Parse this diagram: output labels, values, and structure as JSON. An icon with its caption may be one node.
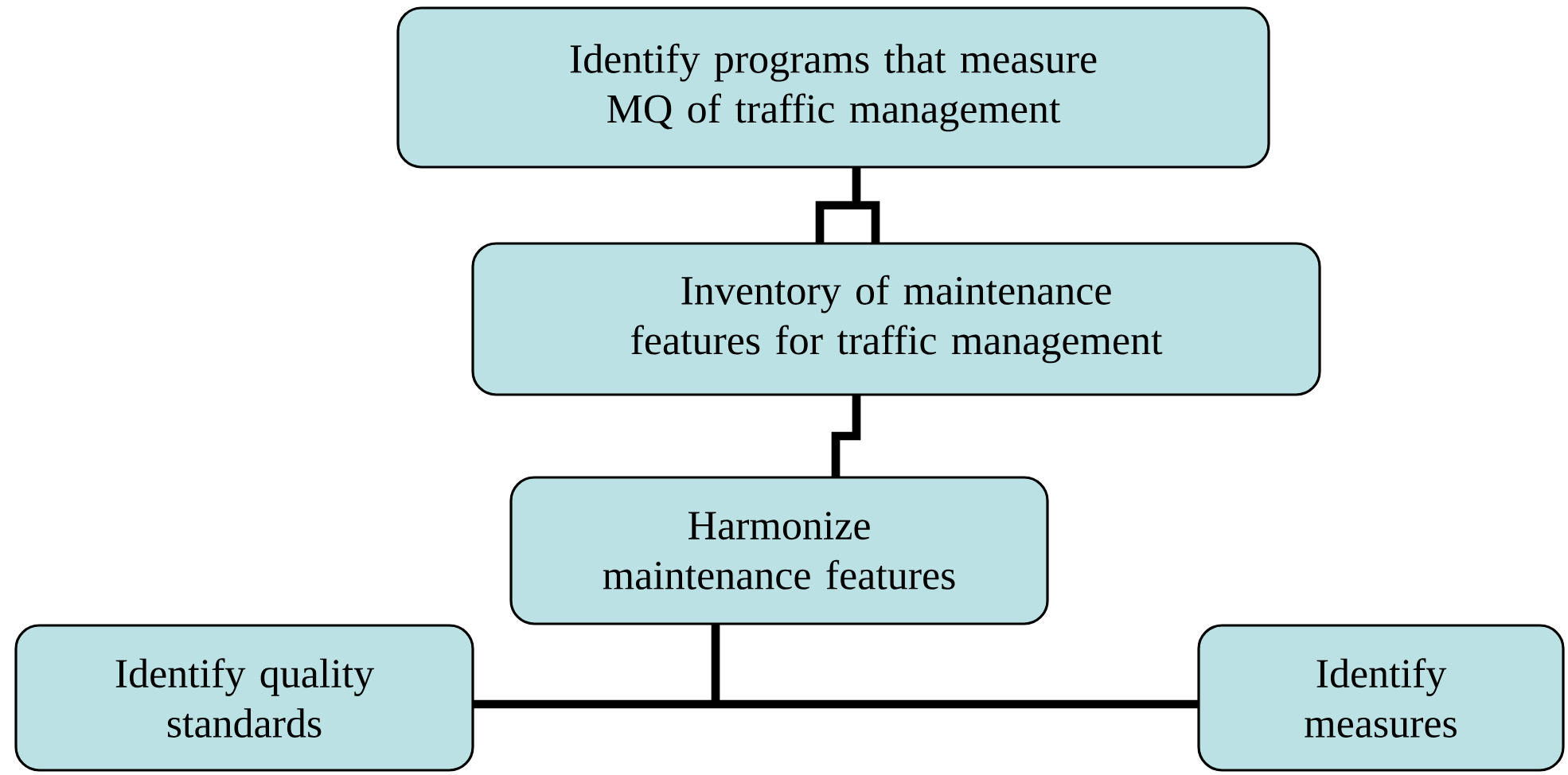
{
  "diagram": {
    "nodes": [
      {
        "text": [
          "Identify programs that measure MQ of traffic management"
        ]
      },
      {
        "text": [
          "Inventory of maintenance features for traffic management"
        ]
      },
      {
        "text": [
          "Harmonize maintenance features"
        ]
      },
      {
        "text": [
          "Identify quality standards"
        ]
      },
      {
        "text": [
          "Identify measures"
        ]
      }
    ],
    "edges": [
      {
        "from": 0,
        "to": 1,
        "arrow": "none"
      },
      {
        "from": 1,
        "to": 2,
        "arrow": "none"
      },
      {
        "from": 2,
        "to": 3,
        "arrow": "none"
      },
      {
        "from": 2,
        "to": 4,
        "arrow": "none"
      }
    ]
  }
}
